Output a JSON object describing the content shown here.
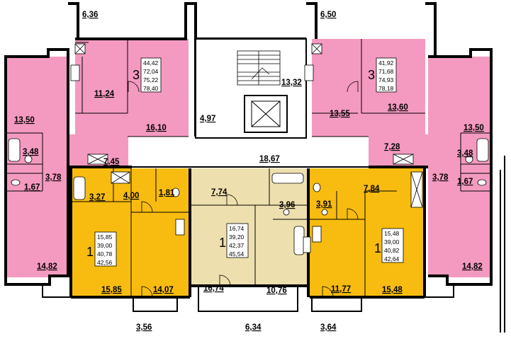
{
  "colors": {
    "pink": "#f49ac0",
    "yellow": "#f7bc0f",
    "beige": "#eedfae",
    "corridor": "#ffffff"
  },
  "labels": {
    "ext_top_left": "6,36",
    "ext_top_right": "6,50",
    "ext_bottom_1": "3,56",
    "ext_bottom_2": "6,34",
    "ext_bottom_3": "3,64",
    "apt3a_kitchen": "11,24",
    "apt3a_room": "16,10",
    "apt3a_hall": "7,45",
    "left_room_top": "13,50",
    "left_bath": "3,48",
    "left_wc": "1,67",
    "left_hall": "3,78",
    "left_room_bottom": "14,82",
    "stair_landing": "13,32",
    "lobby_small": "4,97",
    "corridor": "18,67",
    "apt3b_kitchen": "13,55",
    "apt3b_room": "13,60",
    "apt3b_hall": "7,28",
    "right_room_top": "13,50",
    "right_bath": "3,48",
    "right_wc": "1,67",
    "right_hall": "3,78",
    "right_room_bottom": "14,82",
    "apt1a_bath": "3,27",
    "apt1a_hall": "4,00",
    "apt1a_wc": "1,81",
    "apt1a_room": "15,85",
    "apt1a_kitchen": "14,07",
    "apt1b_hall": "7,74",
    "apt1b_bath": "3,96",
    "apt1b_room": "16,74",
    "apt1b_kitchen": "10,76",
    "apt1c_bath": "3,91",
    "apt1c_hall": "7,84",
    "apt1c_kitchen": "11,77",
    "apt1c_room": "15,48"
  },
  "apartments": {
    "a3_left": {
      "rooms": "3",
      "areas": [
        "44,42",
        "72,04",
        "75,22",
        "78,40"
      ]
    },
    "a3_right": {
      "rooms": "3",
      "areas": [
        "41,92",
        "71,68",
        "74,93",
        "78,18"
      ]
    },
    "a1_left": {
      "rooms": "1",
      "areas": [
        "15,85",
        "39,00",
        "40,78",
        "42,56"
      ]
    },
    "a1_mid": {
      "rooms": "1",
      "areas": [
        "16,74",
        "39,20",
        "42,37",
        "45,54"
      ]
    },
    "a1_right": {
      "rooms": "1",
      "areas": [
        "15,48",
        "39,00",
        "40,82",
        "42,64"
      ]
    }
  }
}
